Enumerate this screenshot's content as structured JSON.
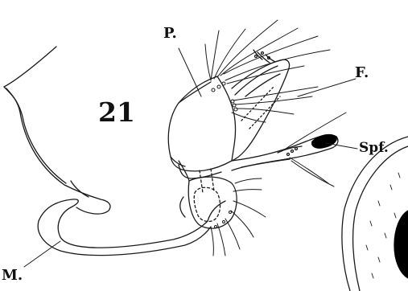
{
  "figure": {
    "number": "21",
    "labels": {
      "p": "P.",
      "f": "F.",
      "spf": "Spf.",
      "m": "M."
    },
    "ink_color": "#1a1a1a",
    "spot_color": "#000000"
  }
}
